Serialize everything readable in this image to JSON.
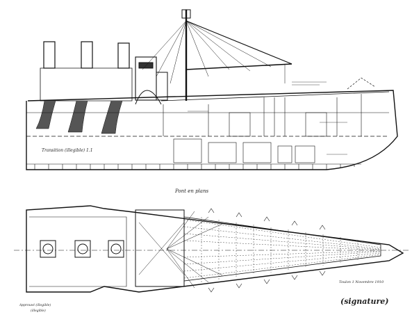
{
  "drawing": {
    "plan_title": "Pont en plans",
    "elevation_note": "Transition (illegible) 1.1",
    "city_date": "Toulon 1 Novembre 1910",
    "left_note_1": "Approuvé (illegible)",
    "left_note_2": "(illegible)",
    "signature": "(signature)",
    "ink_color": "#111111",
    "paper_color": "#ffffff"
  }
}
